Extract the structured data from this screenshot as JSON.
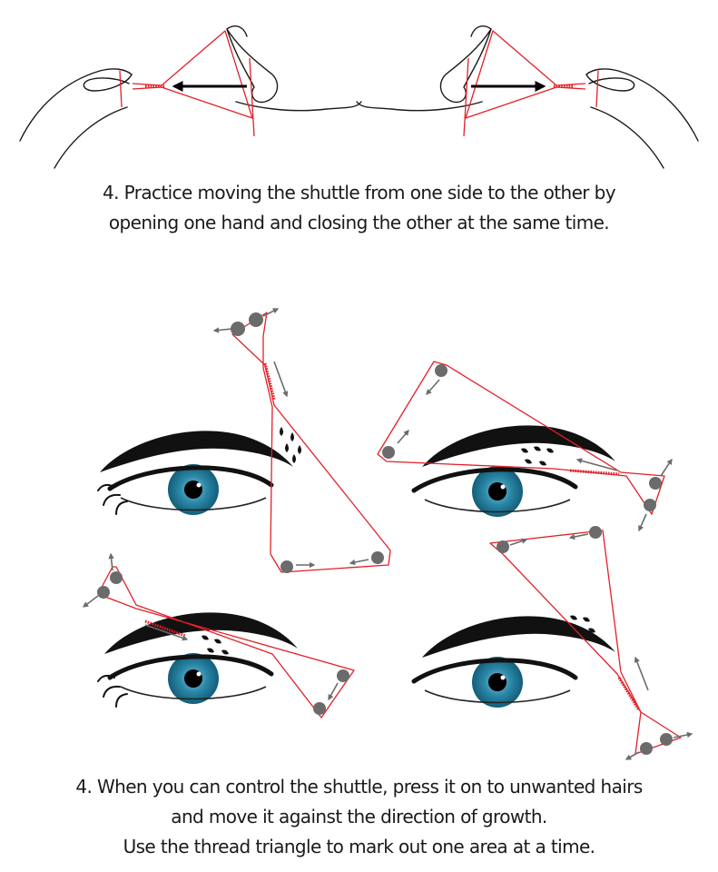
{
  "step1": {
    "caption_lines": [
      "4. Practice moving the shuttle from one side to the other by",
      "opening one hand and closing the other at the same time."
    ]
  },
  "step2": {
    "caption_lines": [
      "4. When you can control the shuttle, press it on to unwanted hairs",
      "and move it against the direction of growth.",
      "Use the thread triangle to mark out one area at a time."
    ]
  },
  "colors": {
    "thread": "#e2202a",
    "iris": "#1d6f8c",
    "iris_light": "#4aa3c2",
    "ink": "#111111",
    "finger_marker": "#6b6b6b"
  },
  "icons": [
    "hand-left-icon",
    "hand-right-icon",
    "arrow-left-icon",
    "arrow-right-icon",
    "eye-icon",
    "eyebrow-icon"
  ]
}
